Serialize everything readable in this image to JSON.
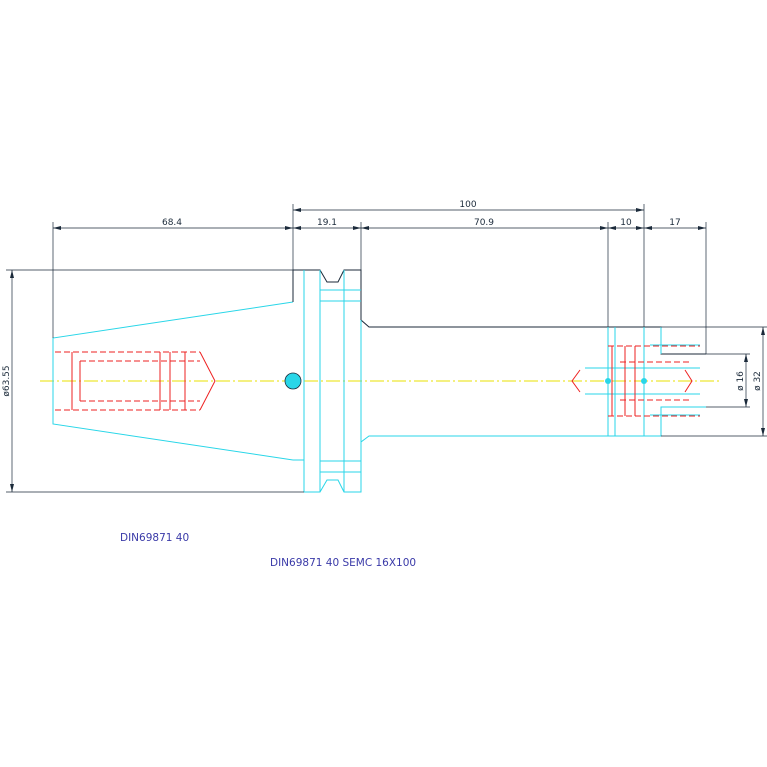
{
  "dimensions": {
    "d_total": "100",
    "d_taper": "68.4",
    "d_flange": "19.1",
    "d_body": "70.9",
    "d_collet": "10",
    "d_nose": "17",
    "d_flange_dia": "ø63.55",
    "d_nose_dia": "ø 32",
    "d_bore_dia": "ø 16"
  },
  "labels": {
    "standard": "DIN69871 40",
    "part": "DIN69871 40 SEMC 16X100"
  },
  "colors": {
    "body_outline": "#29d6e8",
    "section_lines": "#ee2222",
    "center_axis": "#e8e000",
    "dimension_lines": "#1b2a3a",
    "label_text": "#3a3aa8"
  }
}
